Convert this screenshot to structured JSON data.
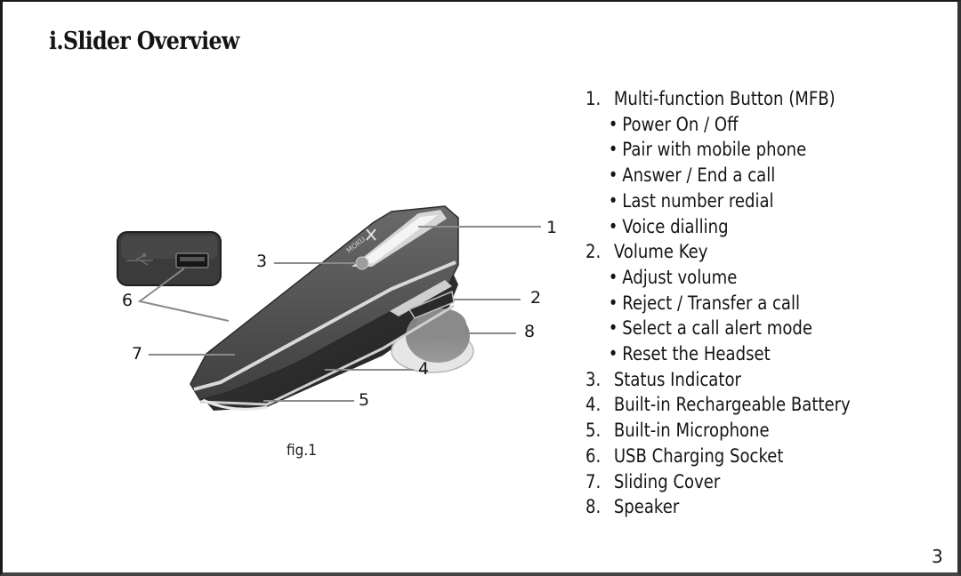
{
  "page": {
    "title": "i.Slider Overview",
    "page_number": "3"
  },
  "figure": {
    "caption": "fig.1",
    "brand_mark": "MOKU",
    "callouts": [
      "1",
      "2",
      "3",
      "4",
      "5",
      "6",
      "7",
      "8"
    ]
  },
  "parts": [
    {
      "number": "1.",
      "label": "Multi-function Button (MFB)",
      "functions": [
        "Power On / Off",
        "Pair with mobile phone",
        "Answer / End a call",
        "Last number redial",
        "Voice dialling"
      ]
    },
    {
      "number": "2.",
      "label": "Volume Key",
      "functions": [
        "Adjust volume",
        "Reject / Transfer a call",
        "Select a call alert mode",
        "Reset the Headset"
      ]
    },
    {
      "number": "3.",
      "label": "Status Indicator",
      "functions": []
    },
    {
      "number": "4.",
      "label": "Built-in Rechargeable Battery",
      "functions": []
    },
    {
      "number": "5.",
      "label": "Built-in Microphone",
      "functions": []
    },
    {
      "number": "6.",
      "label": "USB Charging Socket",
      "functions": []
    },
    {
      "number": "7.",
      "label": "Sliding Cover",
      "functions": []
    },
    {
      "number": "8.",
      "label": "Speaker",
      "functions": []
    }
  ],
  "bullet_glyph": "•"
}
